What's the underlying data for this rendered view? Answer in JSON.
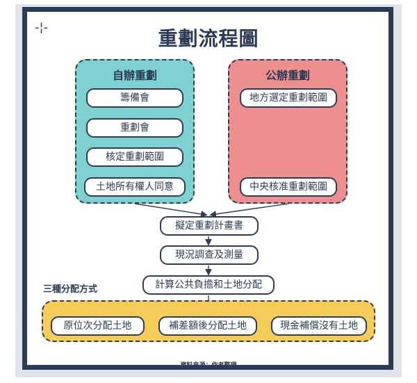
{
  "title": "重劃流程圖",
  "self_group": {
    "heading": "自辦重劃",
    "steps": [
      "籌備會",
      "重劃會",
      "核定重劃範圍",
      "土地所有權人同意"
    ]
  },
  "public_group": {
    "heading": "公辦重劃",
    "steps": [
      "地方選定重劃範圍",
      "中央核准重劃範圍"
    ]
  },
  "common_steps": [
    "擬定重劃計畫書",
    "現況調查及測量",
    "計算公共負擔和土地分配"
  ],
  "methods": {
    "label": "三種分配方式",
    "items": [
      "原位次分配土地",
      "補差額後分配土地",
      "現金補償沒有土地"
    ]
  },
  "source": "資料來源：作者整理",
  "colors": {
    "navy": "#2d3c56",
    "self_fill": "#7fd1d1",
    "public_fill": "#ee8f8f",
    "methods_fill": "#f5cc5a"
  }
}
